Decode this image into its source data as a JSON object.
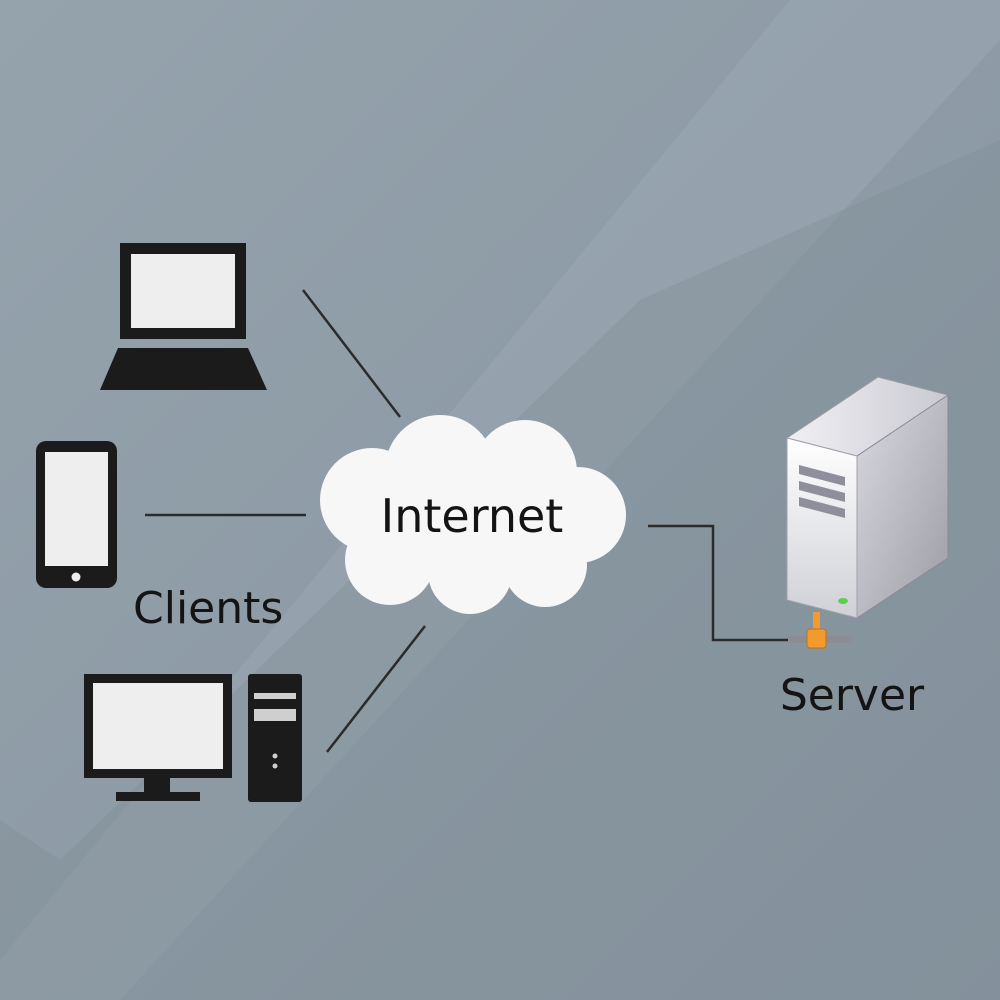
{
  "labels": {
    "internet": "Internet",
    "clients": "Clients",
    "server": "Server"
  },
  "nodes": [
    {
      "id": "laptop",
      "icon": "laptop-icon"
    },
    {
      "id": "phone",
      "icon": "smartphone-icon"
    },
    {
      "id": "desktop",
      "icon": "desktop-computer-icon"
    },
    {
      "id": "internet",
      "icon": "cloud-icon"
    },
    {
      "id": "server",
      "icon": "server-tower-icon"
    }
  ],
  "edges": [
    {
      "from": "laptop",
      "to": "internet"
    },
    {
      "from": "phone",
      "to": "internet"
    },
    {
      "from": "desktop",
      "to": "internet"
    },
    {
      "from": "internet",
      "to": "server"
    }
  ],
  "colors": {
    "background": "#8d9ba5",
    "background_light": "#9aa8b2",
    "background_dark": "#7f8c96",
    "device_fill": "#1b1b1b",
    "screen_fill": "#eeeeee",
    "cloud_fill": "#f7f7f7",
    "connector_orange": "#f29a2e"
  }
}
